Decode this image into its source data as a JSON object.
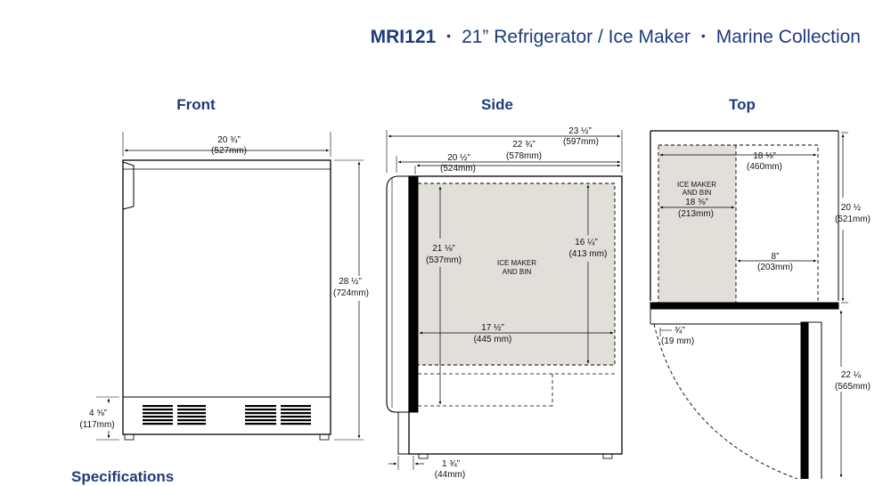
{
  "header": {
    "model": "MRI121",
    "separator": "•",
    "description": "21” Refrigerator / Ice Maker",
    "collection": "Marine Collection"
  },
  "views": {
    "front": "Front",
    "side": "Side",
    "top": "Top"
  },
  "front": {
    "width_in": "20 ¾”",
    "width_mm": "(527mm)",
    "height_in": "28 ½”",
    "height_mm": "(724mm)",
    "grille_in": "4 ⅝”",
    "grille_mm": "(117mm)"
  },
  "side": {
    "total_depth_in": "23 ½”",
    "total_depth_mm": "(597mm)",
    "body_depth_in": "22 ¾”",
    "body_depth_mm": "(578mm)",
    "cabinet_depth_in": "20 ½”",
    "cabinet_depth_mm": "(524mm)",
    "door_height_in": "21 ⅛”",
    "door_height_mm": "(537mm)",
    "bin_height_in": "16 ¼”",
    "bin_height_mm": "(413 mm)",
    "bin_depth_in": "17 ½”",
    "bin_depth_mm": "(445 mm)",
    "bin_label_1": "ICE MAKER",
    "bin_label_2": "AND BIN",
    "door_offset_in": "1 ¾”",
    "door_offset_mm": "(44mm)"
  },
  "top": {
    "depth_in": "18 ⅛”",
    "depth_mm": "(460mm)",
    "bin_label_1": "ICE MAKER",
    "bin_label_2": "AND BIN",
    "bin_width_in": "18 ⅜”",
    "bin_width_mm": "(213mm)",
    "side_gap_in": "8”",
    "side_gap_mm": "(203mm)",
    "width_in": "20 ½",
    "width_mm": "(521mm)",
    "door_gap_in": "¾”",
    "door_gap_mm": "(19 mm)",
    "door_swing_in": "22 ¼",
    "door_swing_mm": "(565mm)"
  },
  "specifications": {
    "heading": "Specifications"
  }
}
